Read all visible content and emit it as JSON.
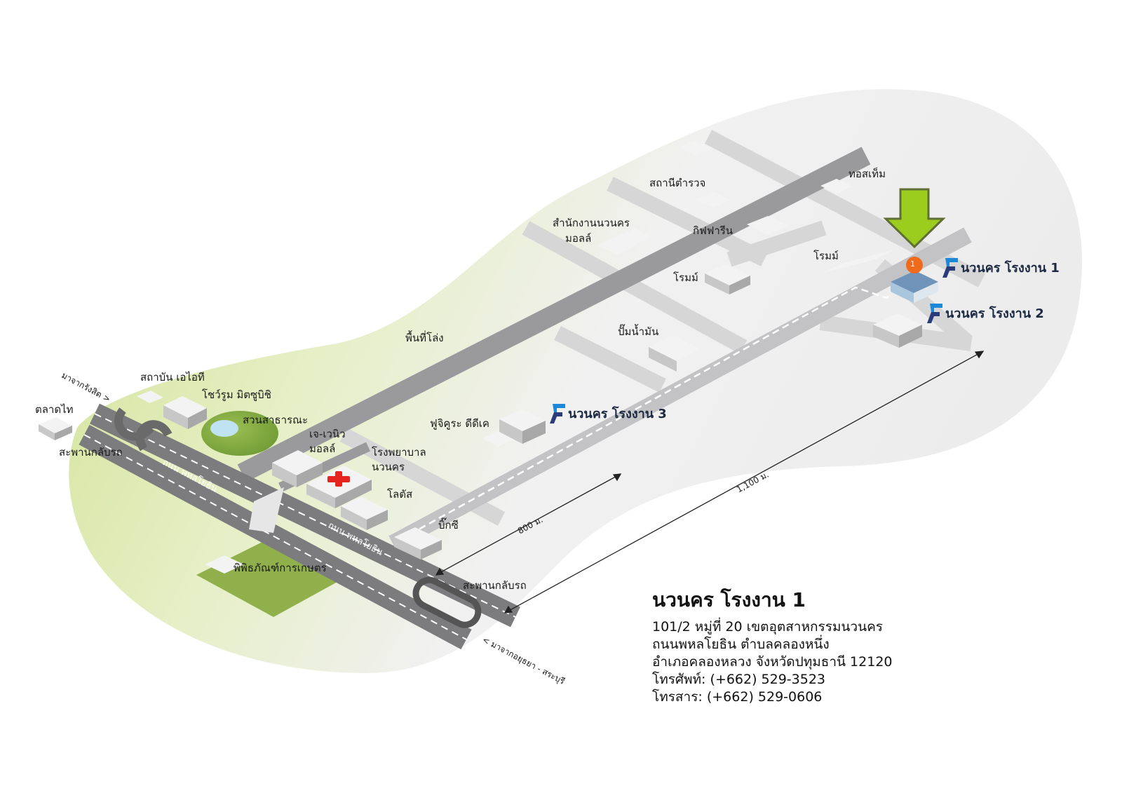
{
  "places": {
    "talad_thai": "ตลาดไท",
    "from_rangsit": "มาจากรังสิต >",
    "ait": "สถาบัน เอไอที",
    "mitsubishi": "โชว์รูม มิตซูบิชิ",
    "park": "สวนสาธารณะ",
    "uturn_1": "สะพานกลับรถ",
    "road_name_1": "ถนน พหลโยธิน",
    "road_name_2": "ถนน พหลโยธิน",
    "jvenue_1": "เจ-เวนิว",
    "jvenue_2": "มอลล์",
    "hospital_1": "โรงพยาบาล",
    "hospital_2": "นวนคร",
    "lotus": "โลตัส",
    "bigc": "บิ๊กซี",
    "museum": "พิพิธภัณฑ์การเกษตร",
    "uturn_2": "สะพานกลับรถ",
    "from_ayutthaya": "< มาจากอยุธยา - สระบุรี",
    "open_space": "พื้นที่โล่ง",
    "fujikura": "ฟูจิคูระ ดีดีเค",
    "gas_station": "ปั๊มน้ำมัน",
    "navanakorn_office_1": "สำนักงานนวนคร",
    "navanakorn_office_2": "มอลล์",
    "police": "สถานีตำรวจ",
    "giffarine": "กิฟฟารีน",
    "roma_1": "โรมม์",
    "roma_2": "โรมม์",
    "tos": "ทอสเท็ม"
  },
  "plants": {
    "plant1": "นวนคร โรงงาน 1",
    "plant2": "นวนคร โรงงาน 2",
    "plant3": "นวนคร โรงงาน 3",
    "marker_number": "1"
  },
  "distances": {
    "d800": "800 ม.",
    "d1100": "1,100 ม."
  },
  "address": {
    "title": "นวนคร โรงงาน 1",
    "line1": "101/2 หมู่ที่ 20 เขตอุตสาหกรรมนวนคร",
    "line2": "ถนนพหลโยธิน ตำบลคลองหนึ่ง",
    "line3": "อำเภอคลองหลวง จังหวัดปทุมธานี 12120",
    "phone": "โทรศัพท์: (+662) 529-3523",
    "fax": "โทรสาร: (+662) 529-0606"
  },
  "colors": {
    "accent_arrow": "#9acd1e",
    "marker": "#f06a1c",
    "logo_blue": "#1e88d8",
    "logo_dark": "#2a3d7a"
  }
}
